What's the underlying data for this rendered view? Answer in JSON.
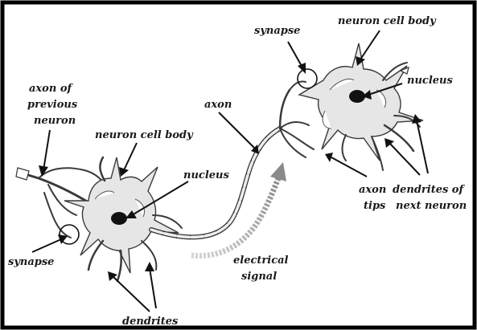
{
  "labels": {
    "synapse_top": "synapse",
    "cell_body_top": "neuron cell body",
    "nucleus_top": "nucleus",
    "axon_prev_1": "axon of",
    "axon_prev_2": "previous",
    "axon_prev_3": "neuron",
    "axon": "axon",
    "cell_body_left": "neuron cell body",
    "nucleus_left": "nucleus",
    "axon_tips_1": "axon",
    "axon_tips_2": "tips",
    "dendrites_next_1": "dendrites of",
    "dendrites_next_2": "next neuron",
    "synapse_left": "synapse",
    "electrical_1": "electrical",
    "electrical_2": "signal",
    "dendrites_bottom": "dendrites"
  }
}
